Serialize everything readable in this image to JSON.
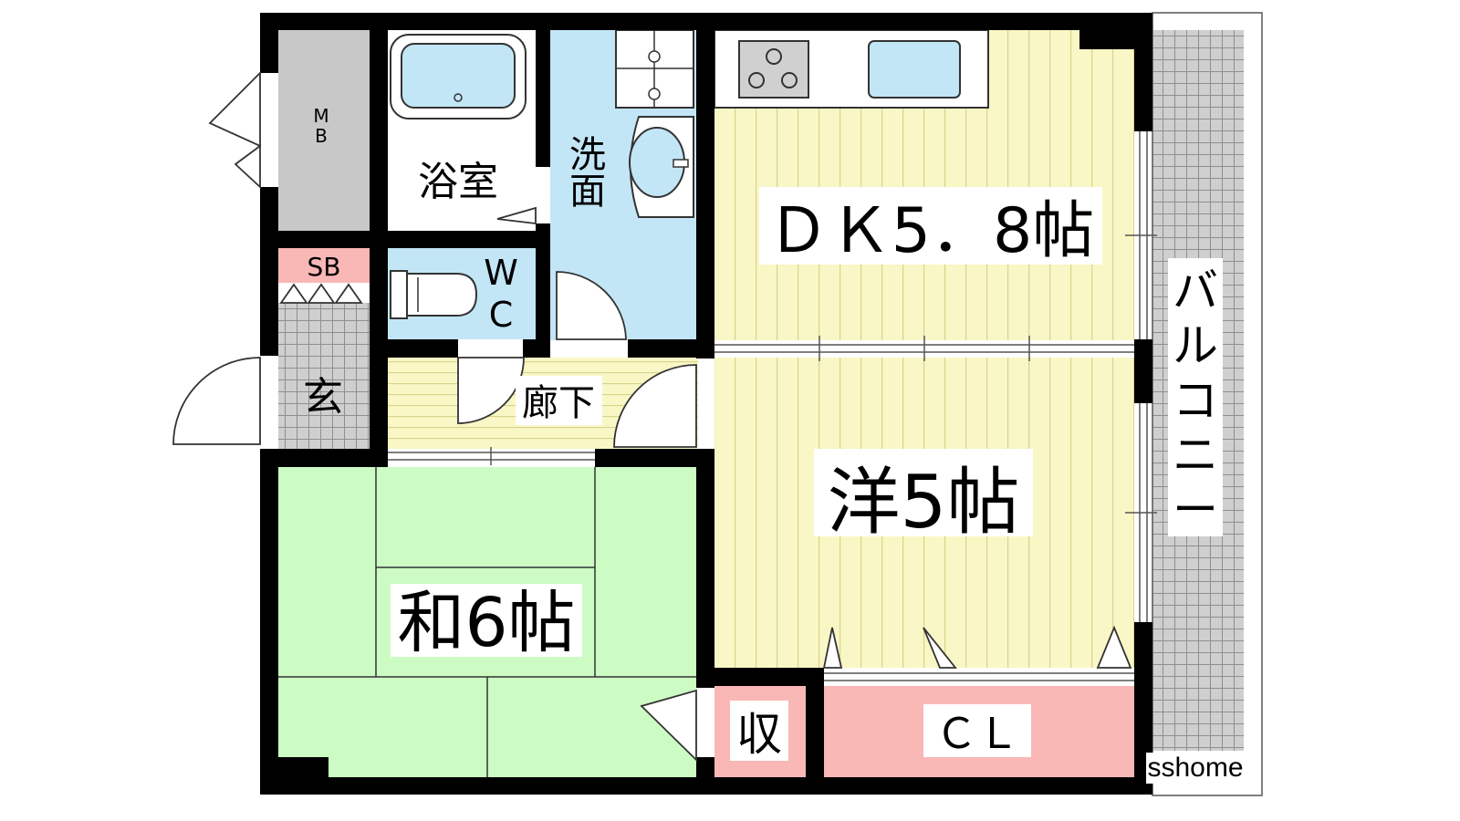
{
  "floorplan": {
    "rooms": {
      "meter_box": "MB",
      "bathroom": "浴室",
      "washroom": "洗面",
      "toilet_w": "W",
      "toilet_c": "C",
      "shoe_box": "SB",
      "entrance": "玄",
      "corridor": "廊下",
      "dining_kitchen": "ＤＫ5．8帖",
      "western_room": "洋5帖",
      "japanese_room": "和6帖",
      "storage": "収",
      "closet": "ＣＬ",
      "balcony": [
        "バ",
        "ル",
        "コ",
        "ニ",
        "ー"
      ]
    },
    "watermark": "sshome"
  },
  "colors": {
    "wall": "#000000",
    "bath_water": "#c3e6f7",
    "flooring": "#f9f7c6",
    "flooring_line": "#d8d48a",
    "tatami": "#ccfcc4",
    "closet": "#f9b7b6",
    "meter_box": "#c8c8c8",
    "balcony_grid": "#9d9d9d"
  }
}
